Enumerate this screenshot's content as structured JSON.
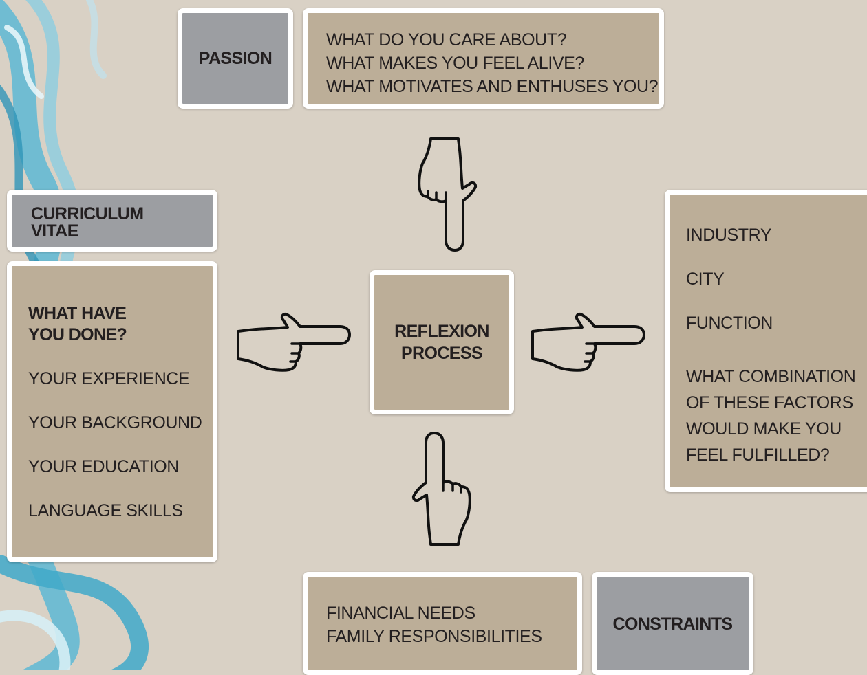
{
  "passion": {
    "label": "PASSION",
    "questions": [
      "WHAT DO YOU CARE ABOUT?",
      "WHAT MAKES YOU FEEL ALIVE?",
      "WHAT MOTIVATES AND ENTHUSES YOU?"
    ]
  },
  "cv": {
    "label_line1": "CURRICULUM",
    "label_line2": "VITAE",
    "heading_line1": "WHAT HAVE",
    "heading_line2": "YOU DONE?",
    "items": [
      "YOUR EXPERIENCE",
      "YOUR BACKGROUND",
      "YOUR EDUCATION",
      "LANGUAGE SKILLS"
    ]
  },
  "center": {
    "line1": "REFLEXION",
    "line2": "PROCESS"
  },
  "factors": {
    "items": [
      "INDUSTRY",
      "CITY",
      "FUNCTION"
    ],
    "question_lines": [
      "WHAT COMBINATION",
      "OF THESE FACTORS",
      "WOULD MAKE YOU",
      "FEEL FULFILLED?"
    ]
  },
  "constraints": {
    "label": "CONSTRAINTS",
    "items": [
      "FINANCIAL NEEDS",
      "FAMILY RESPONSIBILITIES"
    ]
  },
  "colors": {
    "background": "#d9d1c5",
    "tan_box": "#bcae98",
    "gray_box": "#9c9ea2",
    "swirl": "#3fa9c9"
  },
  "icons": [
    "pointing-hand-up-icon",
    "pointing-hand-left-icon",
    "pointing-hand-right-icon",
    "pointing-hand-down-icon"
  ]
}
